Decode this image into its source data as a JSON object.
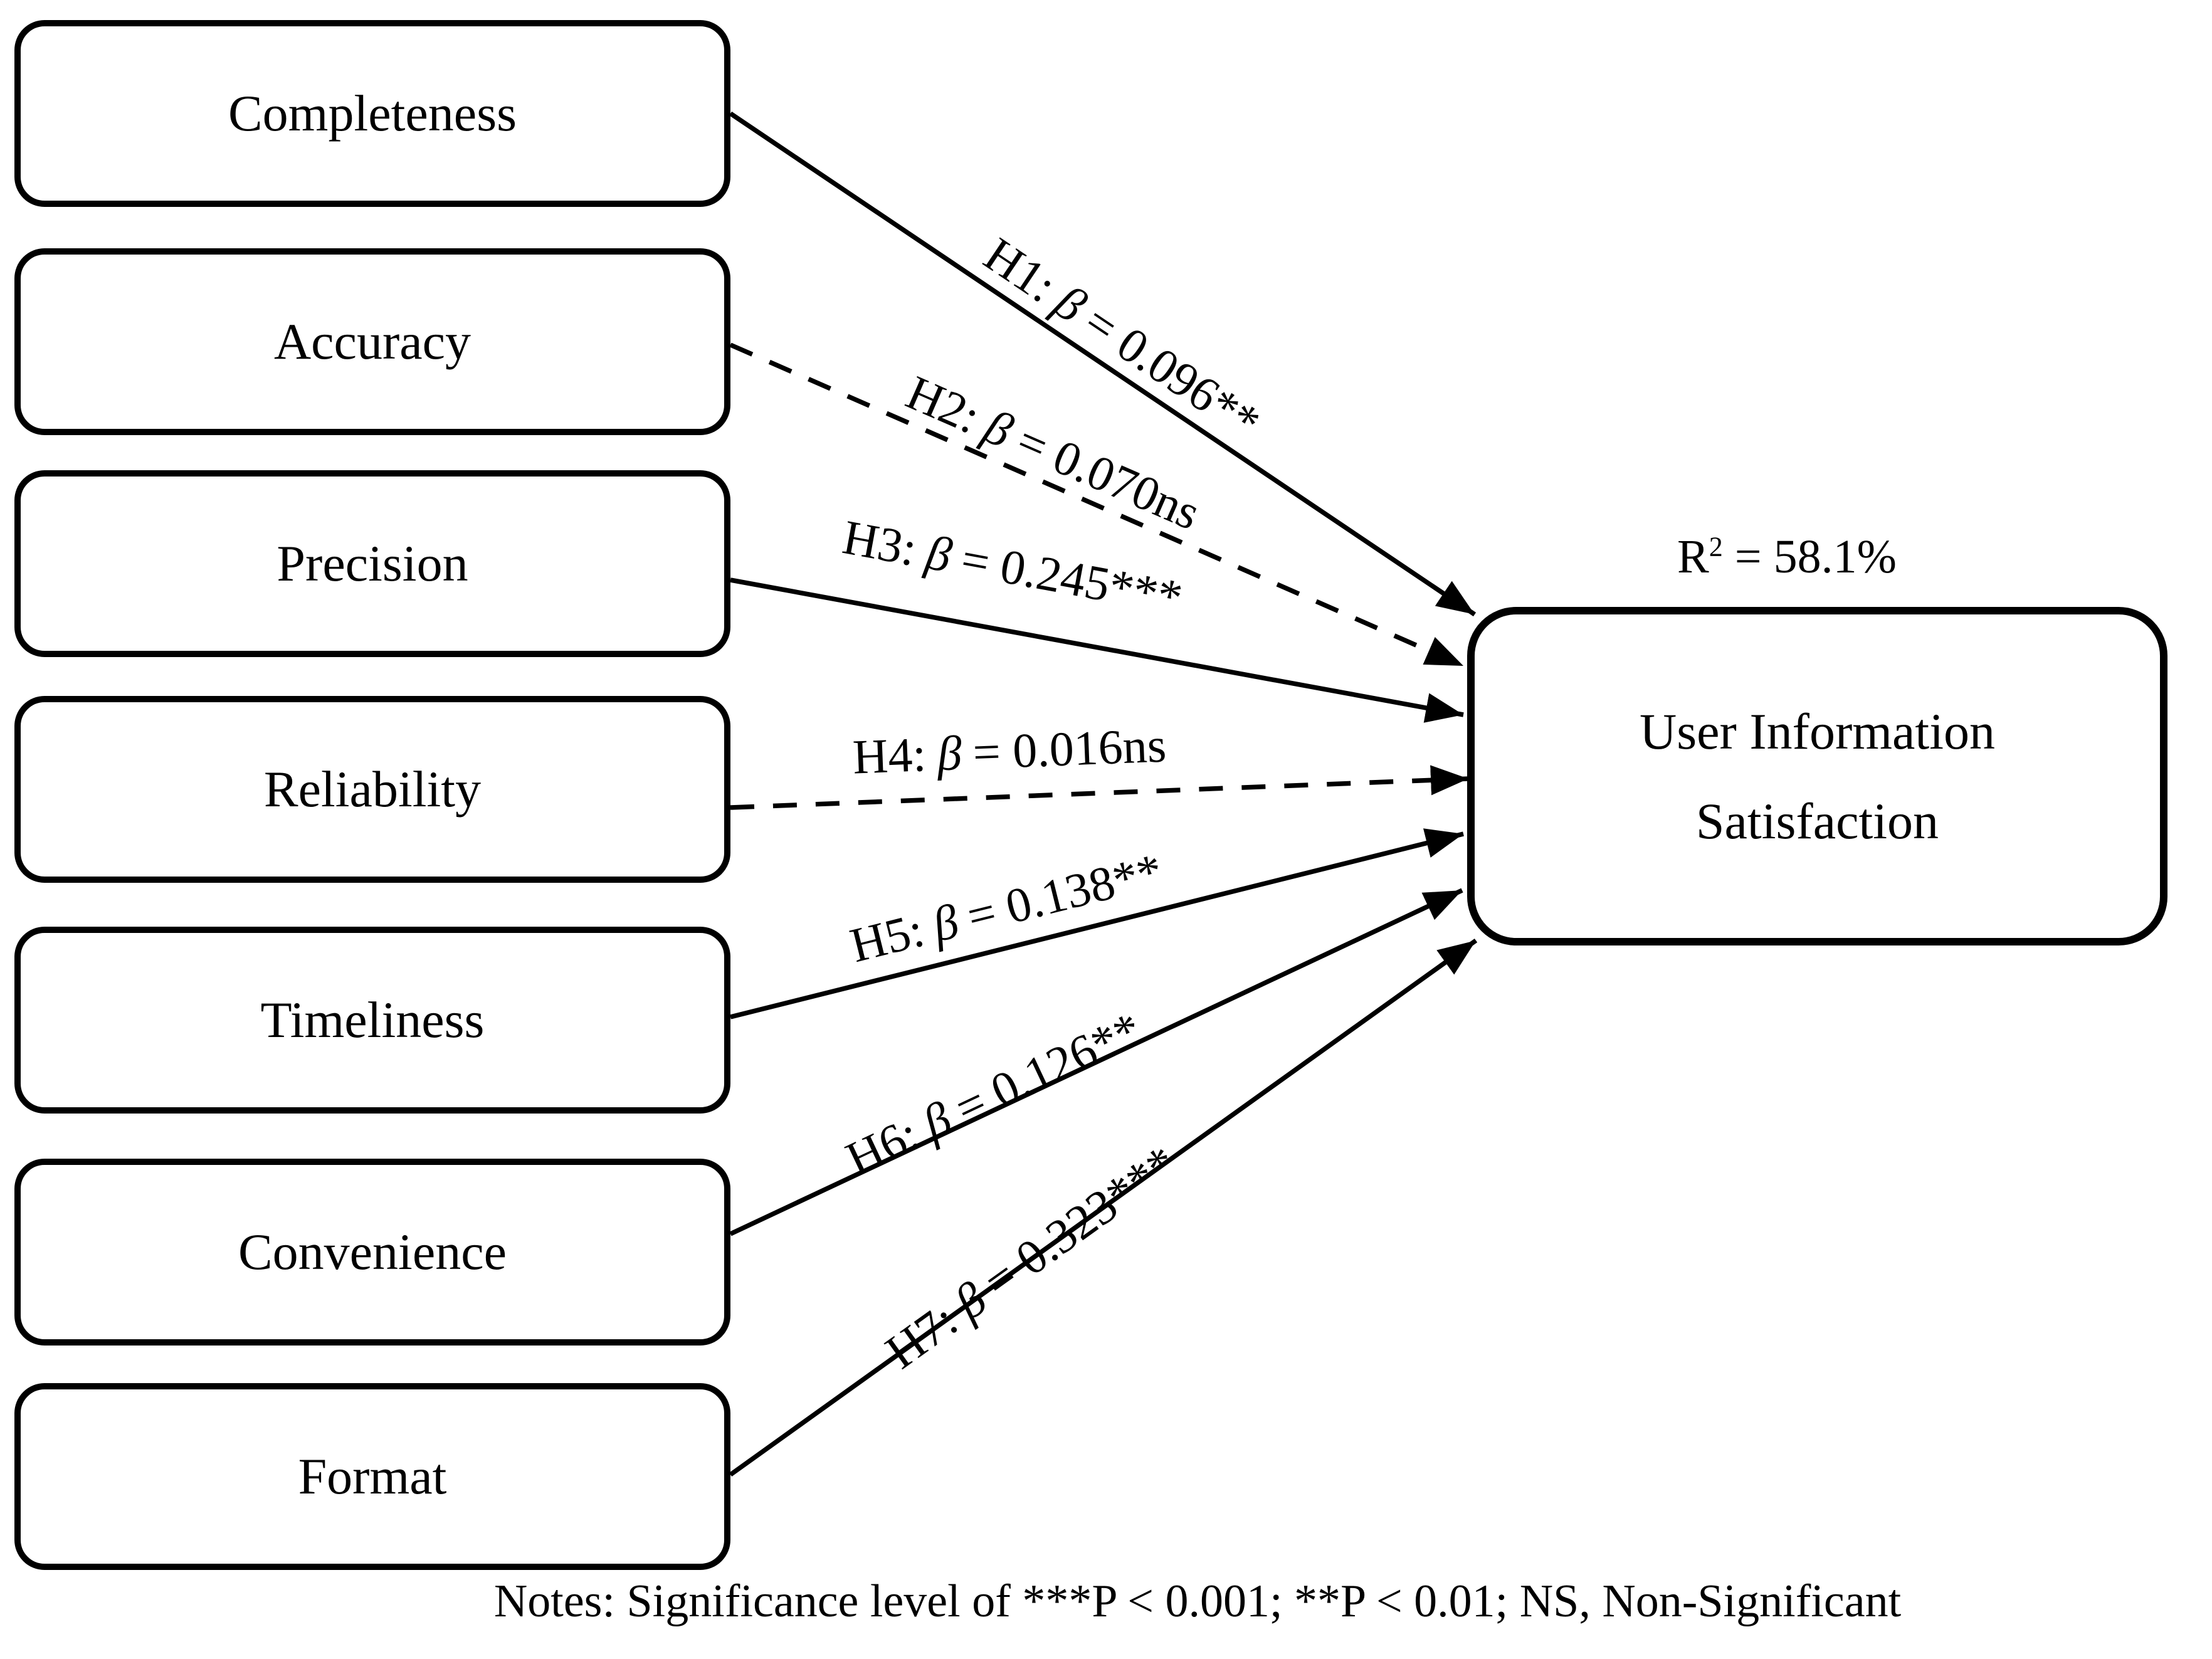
{
  "figure": {
    "predictors": [
      {
        "label": "Completeness"
      },
      {
        "label": "Accuracy"
      },
      {
        "label": "Precision"
      },
      {
        "label": "Reliability"
      },
      {
        "label": "Timeliness"
      },
      {
        "label": "Convenience"
      },
      {
        "label": "Format"
      }
    ],
    "outcome": {
      "title_line1": "User Information",
      "title_line2": "Satisfaction",
      "r2_base": "R",
      "r2_exponent": "2",
      "r2_value": "= 58.1%"
    },
    "hypotheses": [
      {
        "prefix": "H1:",
        "symbol": "β",
        "value": "= 0.096**",
        "line": "solid"
      },
      {
        "prefix": "H2:",
        "symbol": "β",
        "value": "= 0.070ns",
        "line": "dashed"
      },
      {
        "prefix": "H3:",
        "symbol": "β",
        "value": "= 0.245***",
        "line": "solid"
      },
      {
        "prefix": "H4:",
        "symbol": "β",
        "value": "= 0.016ns",
        "line": "dashed"
      },
      {
        "prefix": "H5:",
        "symbol": "β",
        "value": "= 0.138**",
        "line": "solid"
      },
      {
        "prefix": "H6:",
        "symbol": "β",
        "value": "= 0.126**",
        "line": "solid"
      },
      {
        "prefix": "H7:",
        "symbol": "β",
        "value": "= 0.323***",
        "line": "solid"
      }
    ],
    "notes": "Notes: Significance level of ***P < 0.001; **P < 0.01; NS, Non-Significant"
  }
}
